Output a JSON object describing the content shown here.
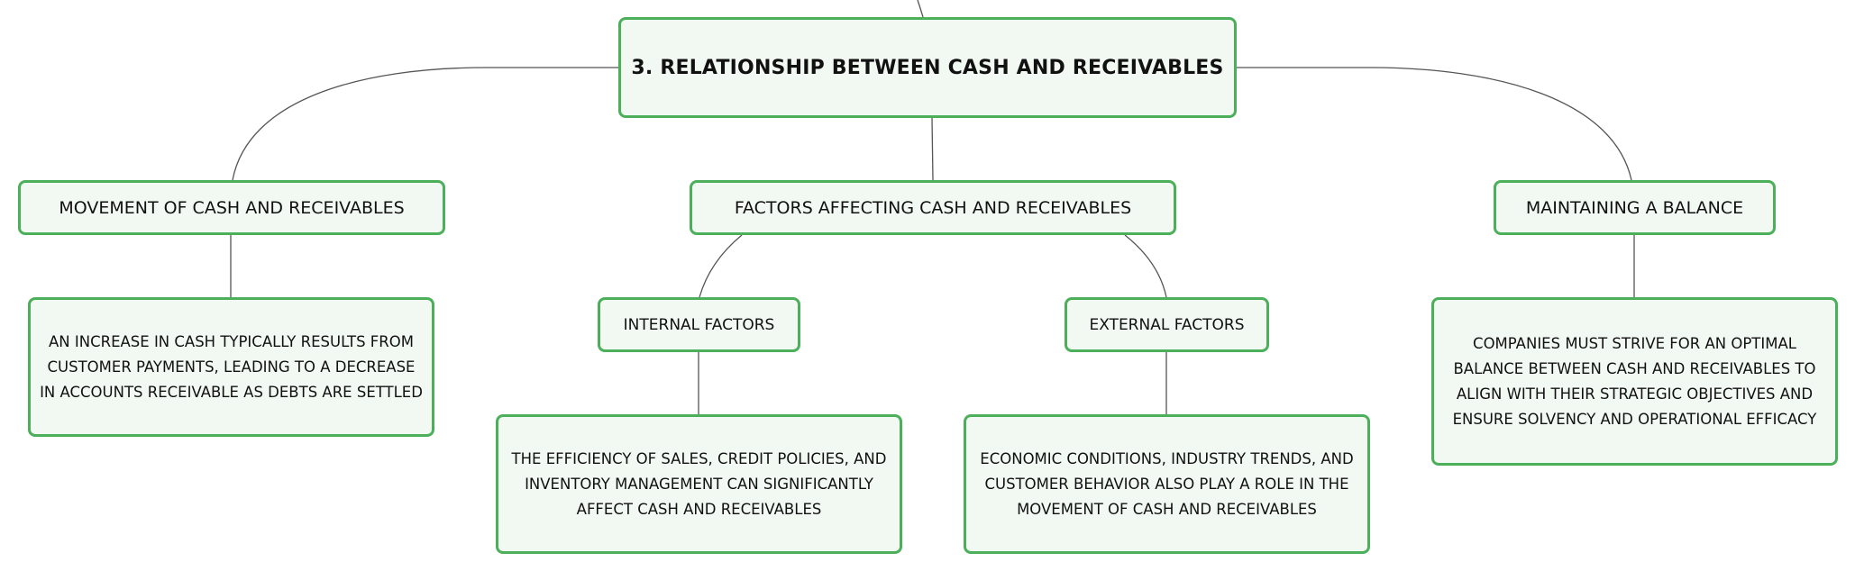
{
  "diagram": {
    "root": {
      "label": "3. RELATIONSHIP BETWEEN CASH AND RECEIVABLES"
    },
    "movement": {
      "label": "MOVEMENT OF CASH AND RECEIVABLES",
      "detail": "AN INCREASE IN CASH TYPICALLY RESULTS FROM CUSTOMER PAYMENTS, LEADING TO A DECREASE IN ACCOUNTS RECEIVABLE AS DEBTS ARE SETTLED"
    },
    "factors": {
      "label": "FACTORS AFFECTING CASH AND RECEIVABLES",
      "internal": {
        "label": "INTERNAL FACTORS",
        "detail": "THE EFFICIENCY OF SALES, CREDIT POLICIES, AND INVENTORY MANAGEMENT CAN SIGNIFICANTLY AFFECT CASH AND RECEIVABLES"
      },
      "external": {
        "label": "EXTERNAL FACTORS",
        "detail": "ECONOMIC CONDITIONS, INDUSTRY TRENDS, AND CUSTOMER BEHAVIOR ALSO PLAY A ROLE IN THE MOVEMENT OF CASH AND RECEIVABLES"
      }
    },
    "balance": {
      "label": "MAINTAINING A BALANCE",
      "detail": "COMPANIES MUST STRIVE FOR AN OPTIMAL BALANCE BETWEEN CASH AND RECEIVABLES TO ALIGN WITH THEIR STRATEGIC OBJECTIVES AND ENSURE SOLVENCY AND OPERATIONAL EFFICACY"
    },
    "colors": {
      "node_border": "#4caf5a",
      "node_fill": "#f2f9f3",
      "connector": "#555555"
    }
  }
}
